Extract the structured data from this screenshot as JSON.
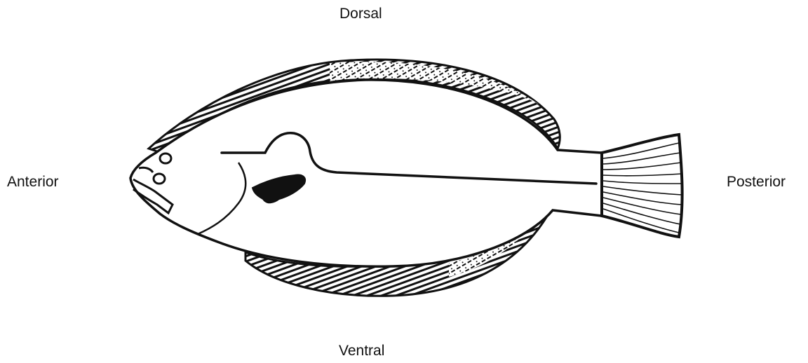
{
  "labels": {
    "dorsal": "Dorsal",
    "ventral": "Ventral",
    "anterior": "Anterior",
    "posterior": "Posterior"
  },
  "colors": {
    "ink": "#111111",
    "background": "#ffffff"
  }
}
